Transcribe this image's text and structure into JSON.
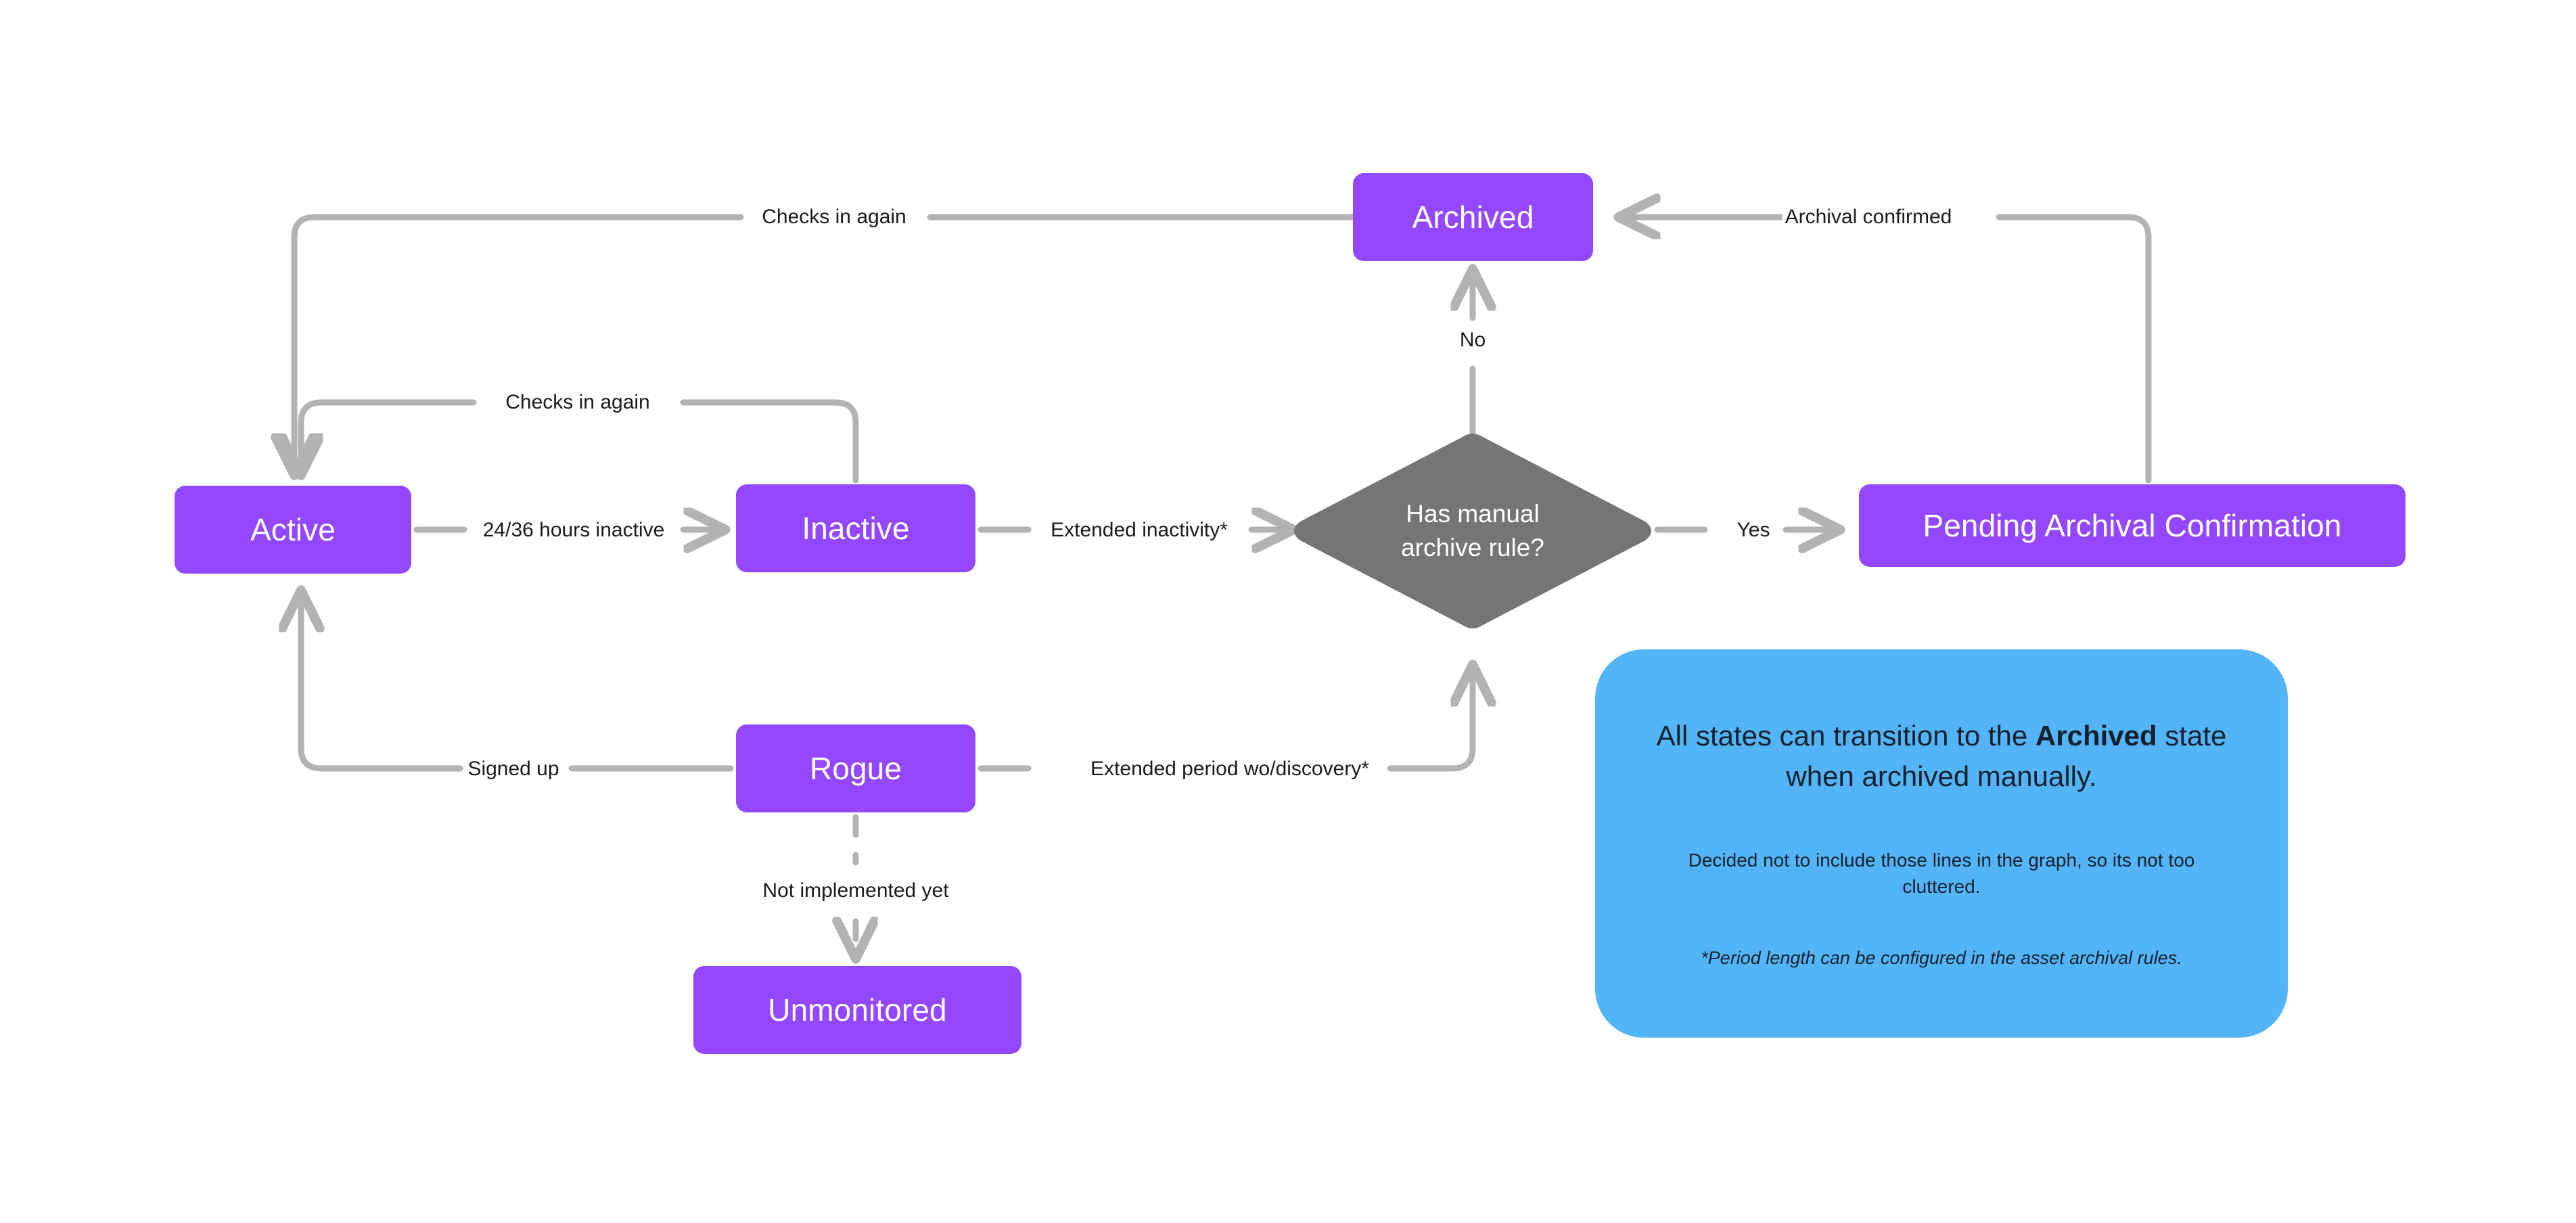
{
  "diagram": {
    "title": "Asset lifecycle state diagram",
    "colors": {
      "state_fill": "#9347FF",
      "state_text": "#FFFFFF",
      "decision_fill": "#757575",
      "edge_stroke": "#B3B3B3",
      "note_fill": "#53B5F8",
      "label_text": "#1B1B1B",
      "background": "#FFFFFF"
    },
    "nodes": [
      {
        "id": "active",
        "type": "state",
        "label": "Active"
      },
      {
        "id": "inactive",
        "type": "state",
        "label": "Inactive"
      },
      {
        "id": "rogue",
        "type": "state",
        "label": "Rogue"
      },
      {
        "id": "unmonitored",
        "type": "state",
        "label": "Unmonitored"
      },
      {
        "id": "archived",
        "type": "state",
        "label": "Archived"
      },
      {
        "id": "pending",
        "type": "state",
        "label": "Pending Archival Confirmation"
      },
      {
        "id": "decision",
        "type": "decision",
        "label_line1": "Has manual",
        "label_line2": "archive rule?"
      }
    ],
    "edges": [
      {
        "id": "active-to-inactive",
        "from": "active",
        "to": "inactive",
        "label": "24/36 hours inactive",
        "style": "solid"
      },
      {
        "id": "inactive-to-active",
        "from": "inactive",
        "to": "active",
        "label": "Checks in again",
        "style": "solid"
      },
      {
        "id": "archived-to-active",
        "from": "archived",
        "to": "active",
        "label": "Checks in again",
        "style": "solid"
      },
      {
        "id": "inactive-to-decision",
        "from": "inactive",
        "to": "decision",
        "label": "Extended inactivity*",
        "style": "solid"
      },
      {
        "id": "decision-to-archived",
        "from": "decision",
        "to": "archived",
        "label": "No",
        "style": "solid"
      },
      {
        "id": "decision-to-pending",
        "from": "decision",
        "to": "pending",
        "label": "Yes",
        "style": "solid"
      },
      {
        "id": "pending-to-archived",
        "from": "pending",
        "to": "archived",
        "label": "Archival confirmed",
        "style": "solid"
      },
      {
        "id": "rogue-to-active",
        "from": "rogue",
        "to": "active",
        "label": "Signed up",
        "style": "solid"
      },
      {
        "id": "rogue-to-decision",
        "from": "rogue",
        "to": "decision",
        "label": "Extended period wo/discovery*",
        "style": "solid"
      },
      {
        "id": "rogue-to-unmonitored",
        "from": "rogue",
        "to": "unmonitored",
        "label": "Not implemented yet",
        "style": "dashed"
      }
    ]
  },
  "note": {
    "heading_before": "All states can transition to the ",
    "heading_strong": "Archived",
    "heading_after": " state when archived manually.",
    "body": "Decided not to include those lines in the graph, so its not too cluttered.",
    "footnote": "*Period length can be configured in the asset archival rules."
  }
}
